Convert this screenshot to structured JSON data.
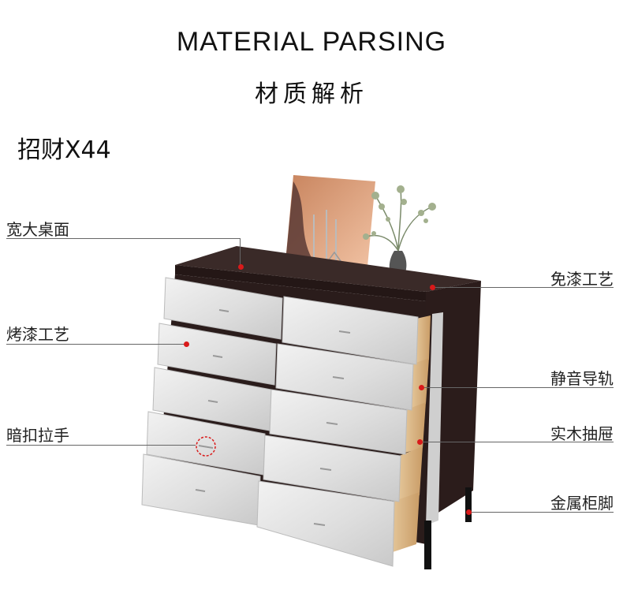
{
  "header": {
    "title_en": "MATERIAL PARSING",
    "title_zh": "材质解析"
  },
  "product": {
    "model": "招财X44"
  },
  "annotations": {
    "left": [
      {
        "id": "wide-top",
        "label": "宽大桌面"
      },
      {
        "id": "baked-paint",
        "label": "烤漆工艺"
      },
      {
        "id": "hidden-handle",
        "label": "暗扣拉手"
      }
    ],
    "right": [
      {
        "id": "paint-free",
        "label": "免漆工艺"
      },
      {
        "id": "silent-rail",
        "label": "静音导轨"
      },
      {
        "id": "solid-wood-drawer",
        "label": "实木抽屉"
      },
      {
        "id": "metal-legs",
        "label": "金属柜脚"
      }
    ]
  },
  "colors": {
    "accent_dot": "#d91a1a",
    "cabinet_dark": "#2b1c1b",
    "drawer_front": "#e6e6e6",
    "drawer_wood": "#d9b78a"
  }
}
